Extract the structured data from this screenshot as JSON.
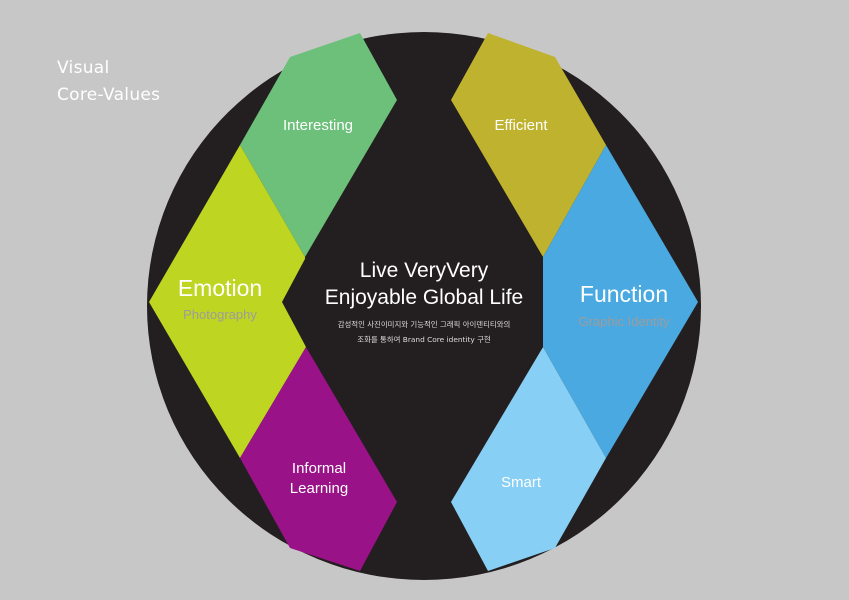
{
  "header": {
    "line1": "Visual",
    "line2": "Core-Values"
  },
  "center": {
    "title_line1": "Live VeryVery",
    "title_line2": "Enjoyable Global Life",
    "caption_line1": "감성적인 사진이미지와 기능적인 그래픽 아이덴티티와의",
    "caption_line2": "조화를 통하여 Brand Core identity 구현"
  },
  "left": {
    "title": "Emotion",
    "subtitle": "Photography",
    "top_label": "Interesting",
    "bottom_label_line1": "Informal",
    "bottom_label_line2": "Learning"
  },
  "right": {
    "title": "Function",
    "subtitle": "Graphic Identity",
    "top_label": "Efficient",
    "bottom_label": "Smart"
  },
  "colors": {
    "background": "#c8c7c8",
    "circle": "#231e1f",
    "interesting": "#6cc07a",
    "emotion": "#bed622",
    "informal_learning": "#9a1287",
    "efficient": "#bfb22f",
    "function": "#4aa9e0",
    "smart": "#87cff4",
    "subtitle": "#9c9c9c",
    "caption": "#dcdcdc"
  }
}
